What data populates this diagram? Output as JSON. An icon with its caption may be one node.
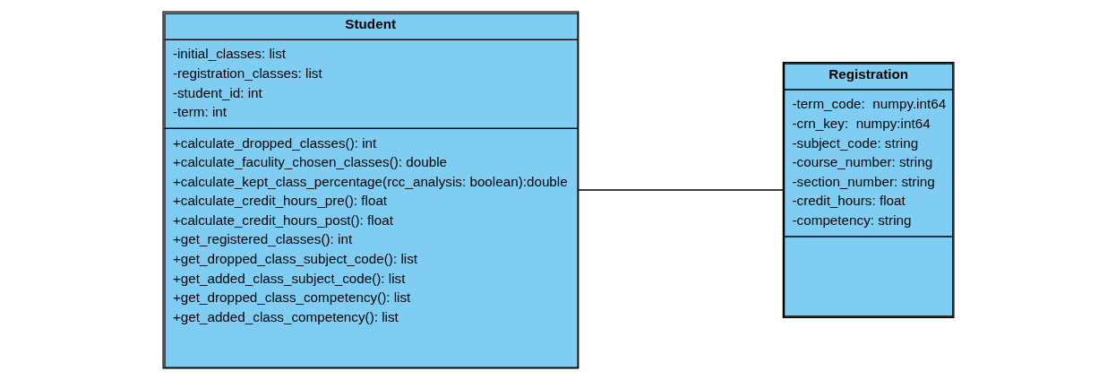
{
  "diagram": {
    "nodes": [
      {
        "text": [
          "Student",
          "-initial_classes: list",
          "-registration_classes: list",
          "-student_id: int",
          "-term: int",
          "+calculate_dropped_classes(): int",
          "+calculate_faculity_chosen_classes(): double",
          "+calculate_kept_class_percentage(rcc_analysis: boolean):double",
          "+calculate_credit_hours_pre(): float",
          "+calculate_credit_hours_post(): float",
          "+get_registered_classes(): int",
          "+get_dropped_class_subject_code(): list",
          "+get_added_class_subject_code(): list",
          "+get_dropped_class_competency(): list",
          "+get_added_class_competency(): list"
        ]
      },
      {
        "text": [
          "Registration",
          "-term_code:  numpy.int64",
          "-crn_key:  numpy:int64",
          "-subject_code: string",
          "-course_number: string",
          "-section_number: string",
          "-credit_hours: float",
          "-competency: string"
        ]
      }
    ],
    "edges": [
      {
        "from": 0,
        "to": 1,
        "arrow": "none"
      }
    ]
  }
}
